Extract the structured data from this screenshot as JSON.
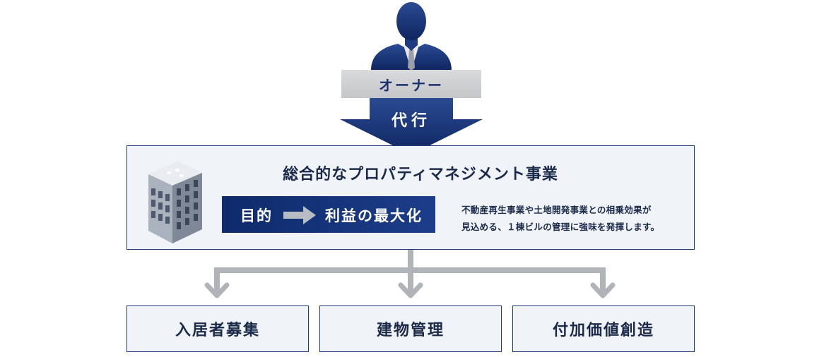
{
  "owner": {
    "label": "オーナー",
    "proxy_label": "代行"
  },
  "main": {
    "title": "総合的なプロパティマネジメント事業",
    "purpose_label": "目的",
    "purpose_value": "利益の最大化",
    "description_lines": [
      "不動産再生事業や土地開発事業との相乗効果が",
      "見込める、１棟ビルの管理に強味を発揮します。"
    ]
  },
  "services": [
    {
      "label": "入居者募集"
    },
    {
      "label": "建物管理"
    },
    {
      "label": "付加価値創造"
    }
  ],
  "colors": {
    "navy": "#1a2f6b",
    "box_fill": "#f0f4f9",
    "connector_gray": "#b0b3b8"
  },
  "icons": [
    "person-icon",
    "building-icon",
    "right-arrow-icon",
    "down-arrow-icon"
  ]
}
